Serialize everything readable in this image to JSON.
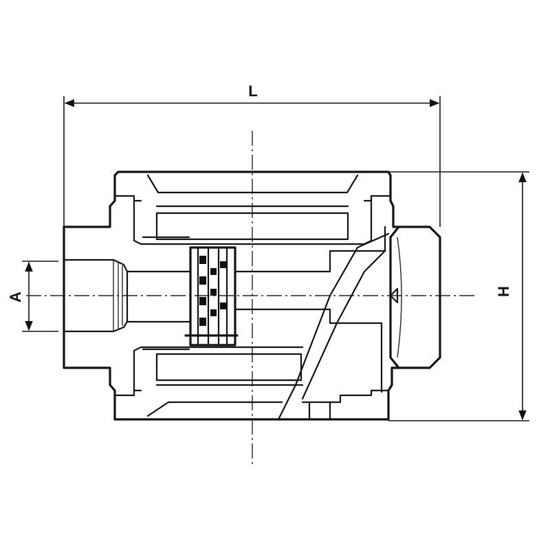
{
  "dimensions": {
    "length_label": "L",
    "height_label": "H",
    "port_label": "A"
  }
}
